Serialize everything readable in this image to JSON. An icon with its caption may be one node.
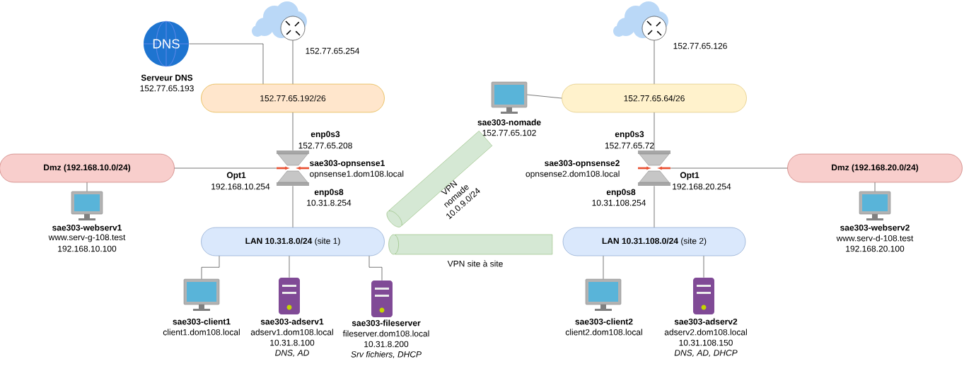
{
  "diagram": {
    "nodes": [
      {
        "text": [],
        "shape": "circle",
        "beside": [
          "152.77.65.254"
        ]
      },
      {
        "text": [
          "DNS"
        ],
        "beside": [
          "Serveur DNS",
          "152.77.65.193"
        ]
      },
      {
        "text": [
          "152.77.65.192/26"
        ]
      },
      {
        "text": [],
        "shape": "firewall",
        "beside": [
          "sae303-opnsense1",
          "opnsense1.dom108.local"
        ]
      },
      {
        "text": [
          "Dmz (192.168.10.0/24)"
        ]
      },
      {
        "text": [],
        "shape": "monitor",
        "beside": [
          "sae303-webserv1",
          "www.serv-g-108.test",
          "192.168.10.100"
        ]
      },
      {
        "text": [
          "**LAN 10.31.8.0/24** (site 1)"
        ]
      },
      {
        "text": [],
        "shape": "monitor",
        "beside": [
          "sae303-client1",
          "client1.dom108.local"
        ]
      },
      {
        "text": [],
        "shape": "server",
        "beside": [
          "sae303-adserv1",
          "adserv1.dom108.local",
          "10.31.8.100",
          "DNS, AD"
        ]
      },
      {
        "text": [],
        "shape": "server",
        "beside": [
          "sae303-fileserver",
          "fileserver.dom108.local",
          "10.31.8.200",
          "Srv fichiers, DHCP"
        ]
      },
      {
        "text": [],
        "shape": "monitor",
        "beside": [
          "sae303-nomade",
          "152.77.65.102"
        ]
      },
      {
        "text": [],
        "shape": "circle",
        "beside": [
          "152.77.65.126"
        ]
      },
      {
        "text": [
          "152.77.65.64/26"
        ]
      },
      {
        "text": [],
        "shape": "firewall",
        "beside": [
          "sae303-opnsense2",
          "opnsense2.dom108.local"
        ]
      },
      {
        "text": [
          "Dmz (192.168.20.0/24)"
        ]
      },
      {
        "text": [],
        "shape": "monitor",
        "beside": [
          "sae303-webserv2",
          "www.serv-d-108.test",
          "192.168.20.100"
        ]
      },
      {
        "text": [
          "**LAN 10.31.108.0/24** (site 2)"
        ]
      },
      {
        "text": [],
        "shape": "monitor",
        "beside": [
          "sae303-client2",
          "client2.dom108.local"
        ]
      },
      {
        "text": [],
        "shape": "server",
        "beside": [
          "sae303-adserv2",
          "adserv2.dom108.local",
          "10.31.108.150",
          "DNS, AD, DHCP"
        ]
      },
      {
        "text": [
          "VPN nomade 10.0.9.0/24"
        ]
      },
      {
        "text": [],
        "shape": "cylinder",
        "beside": [
          "VPN site à site"
        ]
      }
    ],
    "edges": [
      {
        "from": 0,
        "to": 2,
        "arrow": "none"
      },
      {
        "from": 1,
        "to": 2,
        "arrow": "none"
      },
      {
        "from": 2,
        "to": 3,
        "arrow": "none"
      },
      {
        "from": 3,
        "to": 4,
        "arrow": "none"
      },
      {
        "from": 3,
        "to": 6,
        "arrow": "none"
      },
      {
        "from": 4,
        "to": 5,
        "arrow": "none"
      },
      {
        "from": 6,
        "to": 7,
        "arrow": "none"
      },
      {
        "from": 6,
        "to": 8,
        "arrow": "none"
      },
      {
        "from": 6,
        "to": 9,
        "arrow": "none"
      },
      {
        "from": 10,
        "to": 12,
        "arrow": "none"
      },
      {
        "from": 11,
        "to": 12,
        "arrow": "none"
      },
      {
        "from": 12,
        "to": 13,
        "arrow": "none"
      },
      {
        "from": 13,
        "to": 14,
        "arrow": "none"
      },
      {
        "from": 13,
        "to": 16,
        "arrow": "none"
      },
      {
        "from": 14,
        "to": 15,
        "arrow": "none"
      },
      {
        "from": 16,
        "to": 17,
        "arrow": "none"
      },
      {
        "from": 16,
        "to": 18,
        "arrow": "none"
      }
    ],
    "labels": [
      "enp0s3",
      "152.77.65.208",
      "Opt1",
      "192.168.10.254",
      "enp0s8",
      "10.31.8.254",
      "enp0s3",
      "152.77.65.72",
      "Opt1",
      "192.168.20.254",
      "enp0s8",
      "10.31.108.254"
    ]
  }
}
